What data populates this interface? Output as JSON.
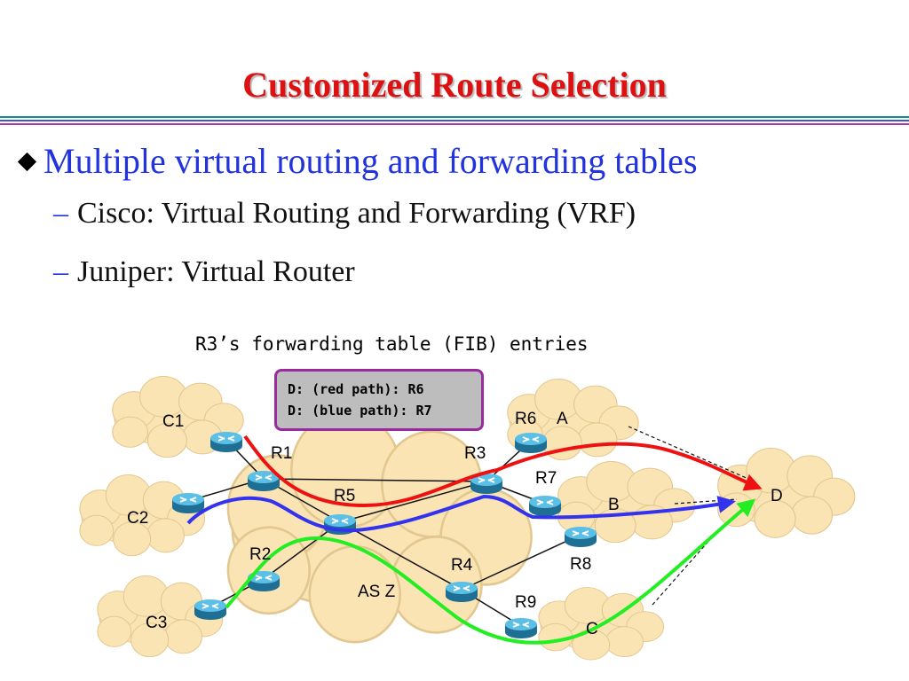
{
  "slide": {
    "title": "Customized Route Selection",
    "bullet": "Multiple virtual routing and forwarding tables",
    "subbullets": [
      "Cisco: Virtual Routing and Forwarding (VRF)",
      "Juniper: Virtual Router"
    ],
    "dash": "–"
  },
  "diagram": {
    "caption": "R3’s forwarding table (FIB) entries",
    "fib_entries": [
      "D: (red path): R6",
      "D: (blue path): R7"
    ],
    "clouds": {
      "c1": "C1",
      "c2": "C2",
      "c3": "C3",
      "a": "A",
      "b": "B",
      "c": "C",
      "d": "D",
      "asz": "AS Z"
    },
    "routers": {
      "r1": "R1",
      "r2": "R2",
      "r3": "R3",
      "r4": "R4",
      "r5": "R5",
      "r6": "R6",
      "r7": "R7",
      "r8": "R8",
      "r9": "R9"
    },
    "path_colors": {
      "red": "#ee1111",
      "blue": "#3333ee",
      "green": "#22ee22"
    },
    "cloud_color": "#fbe4b4",
    "router_color": "#3a9fc8"
  }
}
